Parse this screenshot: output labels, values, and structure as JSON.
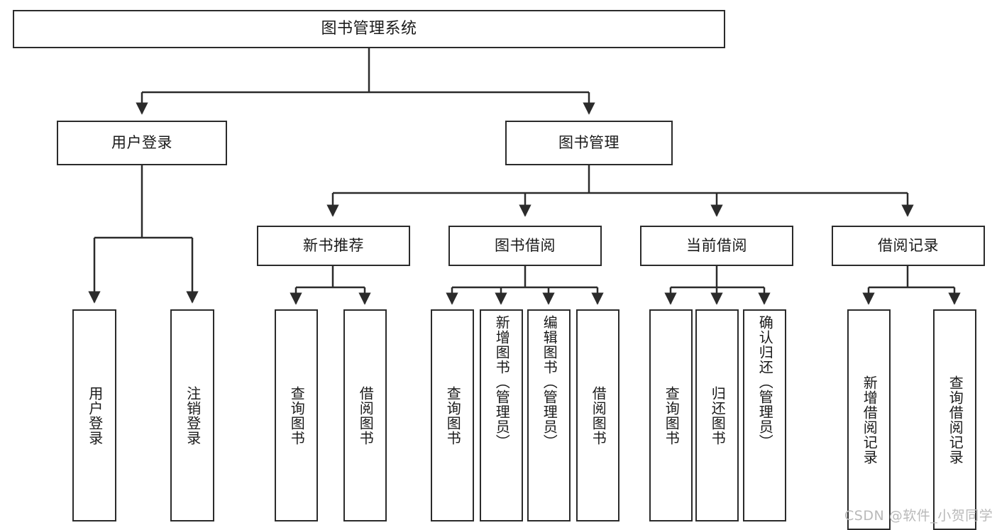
{
  "diagram": {
    "type": "hierarchy-tree",
    "title": "图书管理系统",
    "root": {
      "id": "root",
      "label": "图书管理系统"
    },
    "level2": [
      {
        "id": "user-login",
        "label": "用户登录"
      },
      {
        "id": "book-manage",
        "label": "图书管理"
      }
    ],
    "level3": [
      {
        "id": "new-book-rec",
        "label": "新书推荐",
        "parent": "book-manage"
      },
      {
        "id": "book-borrow",
        "label": "图书借阅",
        "parent": "book-manage"
      },
      {
        "id": "current-borrow",
        "label": "当前借阅",
        "parent": "book-manage"
      },
      {
        "id": "borrow-record",
        "label": "借阅记录",
        "parent": "book-manage"
      }
    ],
    "leaves": {
      "user-login": [
        {
          "id": "leaf-user-login",
          "label": "用户登录"
        },
        {
          "id": "leaf-user-logout",
          "label": "注销登录"
        }
      ],
      "new-book-rec": [
        {
          "id": "leaf-query-book-1",
          "label": "查询图书"
        },
        {
          "id": "leaf-borrow-book-1",
          "label": "借阅图书"
        }
      ],
      "book-borrow": [
        {
          "id": "leaf-query-book-2",
          "label": "查询图书"
        },
        {
          "id": "leaf-add-book",
          "label": "新增图书（管理员）"
        },
        {
          "id": "leaf-edit-book",
          "label": "编辑图书（管理员）"
        },
        {
          "id": "leaf-borrow-book-2",
          "label": "借阅图书"
        }
      ],
      "current-borrow": [
        {
          "id": "leaf-query-book-3",
          "label": "查询图书"
        },
        {
          "id": "leaf-return-book",
          "label": "归还图书"
        },
        {
          "id": "leaf-confirm-return",
          "label": "确认归还（管理员）"
        }
      ],
      "borrow-record": [
        {
          "id": "leaf-add-record",
          "label": "新增借阅记录"
        },
        {
          "id": "leaf-query-record",
          "label": "查询借阅记录"
        }
      ]
    }
  },
  "watermark": {
    "text": "CSDN @软件_小贺同学"
  },
  "colors": {
    "stroke": "#2b2b2b",
    "fill": "#ffffff",
    "text": "#1a1a1a",
    "watermark": "#b9b9b9"
  }
}
